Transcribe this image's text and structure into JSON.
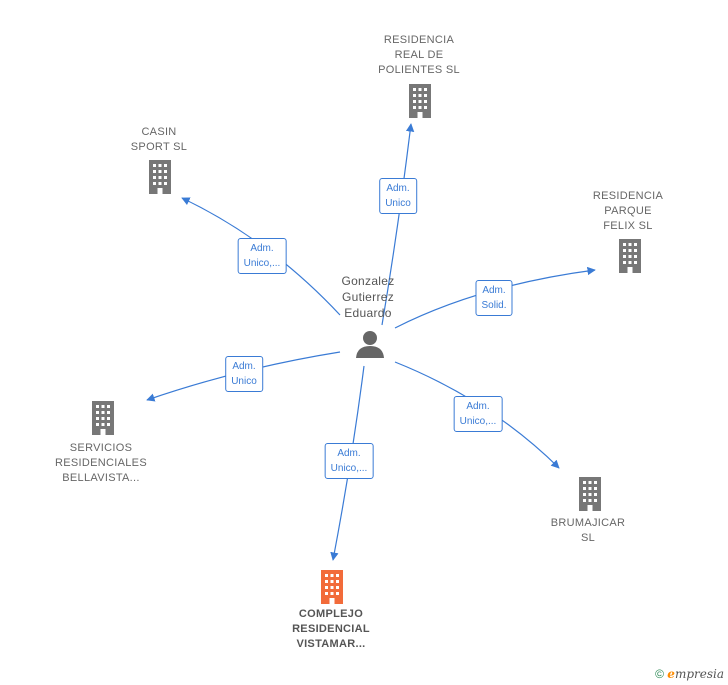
{
  "center": {
    "name": "Gonzalez\nGutierrez\nEduardo",
    "icon": "person-icon"
  },
  "companies": [
    {
      "id": "residencia-real",
      "label": "RESIDENCIA\nREAL DE\nPOLIENTES SL",
      "icon": "building-icon",
      "role": "Adm.\nUnico",
      "highlight": false
    },
    {
      "id": "casin-sport",
      "label": "CASIN\nSPORT  SL",
      "icon": "building-icon",
      "role": "Adm.\nUnico,...",
      "highlight": false
    },
    {
      "id": "residencia-parque",
      "label": "RESIDENCIA\nPARQUE\nFELIX  SL",
      "icon": "building-icon",
      "role": "Adm.\nSolid.",
      "highlight": false
    },
    {
      "id": "servicios-residenciales",
      "label": "SERVICIOS\nRESIDENCIALES\nBELLAVISTA...",
      "icon": "building-icon",
      "role": "Adm.\nUnico",
      "highlight": false
    },
    {
      "id": "brumajicar",
      "label": "BRUMAJICAR\nSL",
      "icon": "building-icon",
      "role": "Adm.\nUnico,...",
      "highlight": false
    },
    {
      "id": "complejo-residencial",
      "label": "COMPLEJO\nRESIDENCIAL\nVISTAMAR...",
      "icon": "building-icon",
      "role": "Adm.\nUnico,...",
      "highlight": true
    }
  ],
  "colors": {
    "edge": "#3a7bd5",
    "building": "#777777",
    "building_highlight": "#f26b3a",
    "person": "#666666"
  },
  "footer": {
    "copyright": "©",
    "brand_initial": "e",
    "brand_rest": "mpresia"
  }
}
